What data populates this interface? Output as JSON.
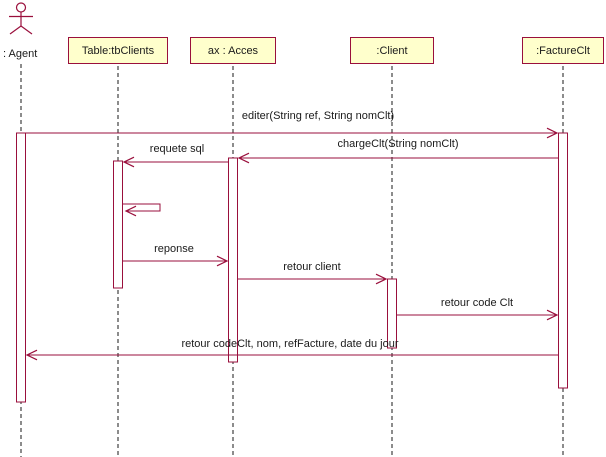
{
  "diagram": {
    "type": "uml-sequence-diagram",
    "colors": {
      "shape_line": "#9A0F3C",
      "box_fill": "#FFFFCC",
      "lifeline": "#1a1a1a",
      "text": "#1a1a1a",
      "background": "#FFFFFF"
    },
    "actor": {
      "label": ": Agent"
    },
    "participants": [
      {
        "label": "Table:tbClients"
      },
      {
        "label": "ax : Acces"
      },
      {
        "label": ":Client"
      },
      {
        "label": ":FactureClt"
      }
    ],
    "messages": [
      {
        "label": "editer(String ref, String nomClt)",
        "from": ": Agent",
        "to": ":FactureClt",
        "direction": "right"
      },
      {
        "label": "chargeClt(String nomClt)",
        "from": ":FactureClt",
        "to": "ax : Acces",
        "direction": "left"
      },
      {
        "label": "requete sql",
        "from": "ax : Acces",
        "to": "Table:tbClients",
        "direction": "left"
      },
      {
        "label": "",
        "from": "Table:tbClients",
        "to": "Table:tbClients",
        "direction": "self"
      },
      {
        "label": "reponse",
        "from": "Table:tbClients",
        "to": "ax : Acces",
        "direction": "right"
      },
      {
        "label": "retour client",
        "from": "ax : Acces",
        "to": ":Client",
        "direction": "right"
      },
      {
        "label": "retour code Clt",
        "from": ":Client",
        "to": ":FactureClt",
        "direction": "right"
      },
      {
        "label": "retour codeClt, nom, refFacture, date du jour",
        "from": ":FactureClt",
        "to": ": Agent",
        "direction": "left"
      }
    ]
  }
}
